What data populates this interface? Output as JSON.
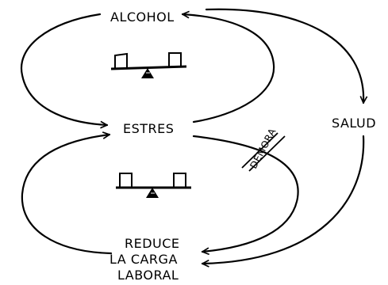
{
  "nodes": {
    "alcohol": "ALCOHOL",
    "estres": "ESTRES",
    "salud": "SALUD",
    "reduce_line1": "REDUCE",
    "reduce_line2": "LA CARGA",
    "reduce_line3": "LABORAL"
  },
  "delay_label": "DEMORA",
  "balancing_loops": [
    {
      "icon": "seesaw-balance-icon"
    },
    {
      "icon": "seesaw-balance-icon"
    }
  ]
}
